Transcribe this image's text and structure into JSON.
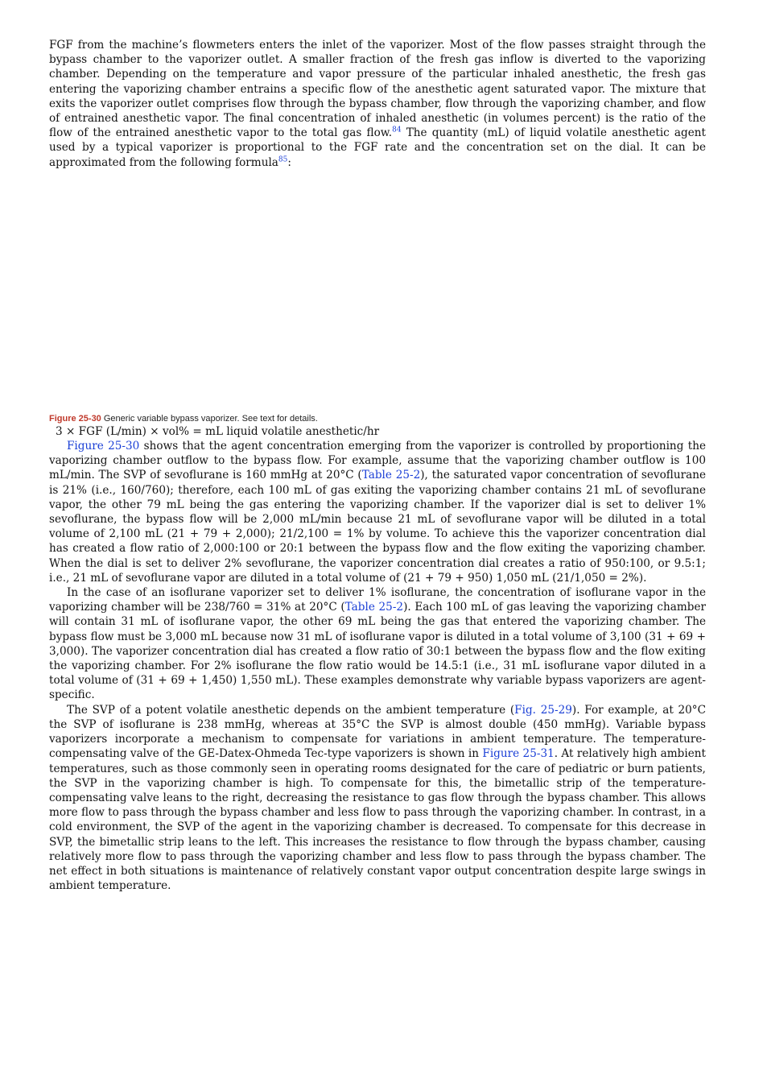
{
  "intro": {
    "text_a": "FGF from the machine’s flowmeters enters the inlet of the vaporizer. Most of the flow passes straight through the bypass chamber to the vaporizer outlet. A smaller fraction of the fresh gas inflow is diverted to the vaporizing chamber. Depending on the temperature and vapor pressure of the particular inhaled anesthetic, the fresh gas entering the vaporizing chamber entrains a specific flow of the anesthetic agent saturated vapor. The mixture that exits the vaporizer outlet comprises flow through the bypass chamber, flow through the vaporizing chamber, and flow of entrained anesthetic vapor. The final concentration of inhaled anesthetic (in volumes percent) is the ratio of the flow of the entrained anesthetic vapor to the total gas flow.",
    "ref_84": "84",
    "text_b": " The quantity (mL) of liquid volatile anesthetic agent used by a typical vaporizer is proportional to the FGF rate and the concentration set on the dial. It can be approximated from the following formula",
    "ref_85": "85",
    "text_c": ":"
  },
  "figure": {
    "label": "Figure 25-30",
    "caption": " Generic variable bypass vaporizer. See text for details."
  },
  "formula": "3 × FGF (L/min) × vol% = mL liquid volatile anesthetic/hr",
  "para1": {
    "link_fig": "Figure 25-30",
    "text_a": " shows that the agent concentration emerging from the vaporizer is controlled by proportioning the vaporizing chamber outflow to the bypass flow. For example, assume that the vaporizing chamber outflow is 100 mL/min. The SVP of sevoflurane is 160 mmHg at 20°C (",
    "link_table": "Table 25-2",
    "text_b": "), the saturated vapor concentration of sevoflurane is 21% (i.e., 160/760); therefore, each 100 mL of gas exiting the vaporizing chamber contains 21 mL of sevoflurane vapor, the other 79 mL being the gas entering the vaporizing chamber. If the vaporizer dial is set to deliver 1% sevoflurane, the bypass flow will be 2,000 mL/min because 21 mL of sevoflurane vapor will be diluted in a total volume of 2,100 mL (21 + 79 + 2,000); 21/2,100 = 1% by volume. To achieve this the vaporizer concentration dial has created a flow ratio of 2,000:100 or 20:1 between the bypass flow and the flow exiting the vaporizing chamber. When the dial is set to deliver 2% sevoflurane, the vaporizer concentration dial creates a ratio of 950:100, or 9.5:1; i.e., 21 mL of sevoflurane vapor are diluted in a total volume of (21 + 79 + 950) 1,050 mL (21/1,050 = 2%)."
  },
  "para2": {
    "text_a": "In the case of an isoflurane vaporizer set to deliver 1% isoflurane, the concentration of isoflurane vapor in the vaporizing chamber will be 238/760 = 31% at 20°C (",
    "link_table": "Table 25-2",
    "text_b": "). Each 100 mL of gas leaving the vaporizing chamber will contain 31 mL of isoflurane vapor, the other 69 mL being the gas that entered the vaporizing chamber. The bypass flow must be 3,000 mL because now 31 mL of isoflurane vapor is diluted in a total volume of 3,100 (31 + 69 + 3,000). The vaporizer concentration dial has created a flow ratio of 30:1 between the bypass flow and the flow exiting the vaporizing chamber. For 2% isoflurane the flow ratio would be 14.5:1 (i.e., 31 mL isoflurane vapor diluted in a total volume of (31 + 69 + 1,450) 1,550 mL). These examples demonstrate why variable bypass vaporizers are agent-specific."
  },
  "para3": {
    "text_a": "The SVP of a potent volatile anesthetic depends on the ambient temperature (",
    "link_fig": "Fig. 25-29",
    "text_b": "). For example, at 20°C the SVP of isoflurane is 238 mmHg, whereas at 35°C the SVP is almost double (450 mmHg). Variable bypass vaporizers incorporate a mechanism to compensate for variations in ambient temperature. The temperature-compensating valve of the GE-Datex-Ohmeda Tec-type vaporizers is shown in ",
    "link_fig2": "Figure 25-31",
    "text_c": ". At relatively high ambient temperatures, such as those commonly seen in operating rooms designated for the care of pediatric or burn patients, the SVP in the vaporizing chamber is high. To compensate for this, the bimetallic strip of the temperature-compensating valve leans to the right, decreasing the resistance to gas flow through the bypass chamber. This allows more flow to pass through the bypass chamber and less flow to pass through the vaporizing chamber. In contrast, in a cold environment, the SVP of the agent in the vaporizing chamber is decreased. To compensate for this decrease in SVP, the bimetallic strip leans to the left. This increases the resistance to flow through the bypass chamber, causing relatively more flow to pass through the vaporizing chamber and less flow to pass through the bypass chamber. The net effect in both situations is maintenance of relatively constant vapor output concentration despite large swings in ambient temperature."
  },
  "colors": {
    "link": "#1a3fd6",
    "figure_label": "#c0392b"
  }
}
